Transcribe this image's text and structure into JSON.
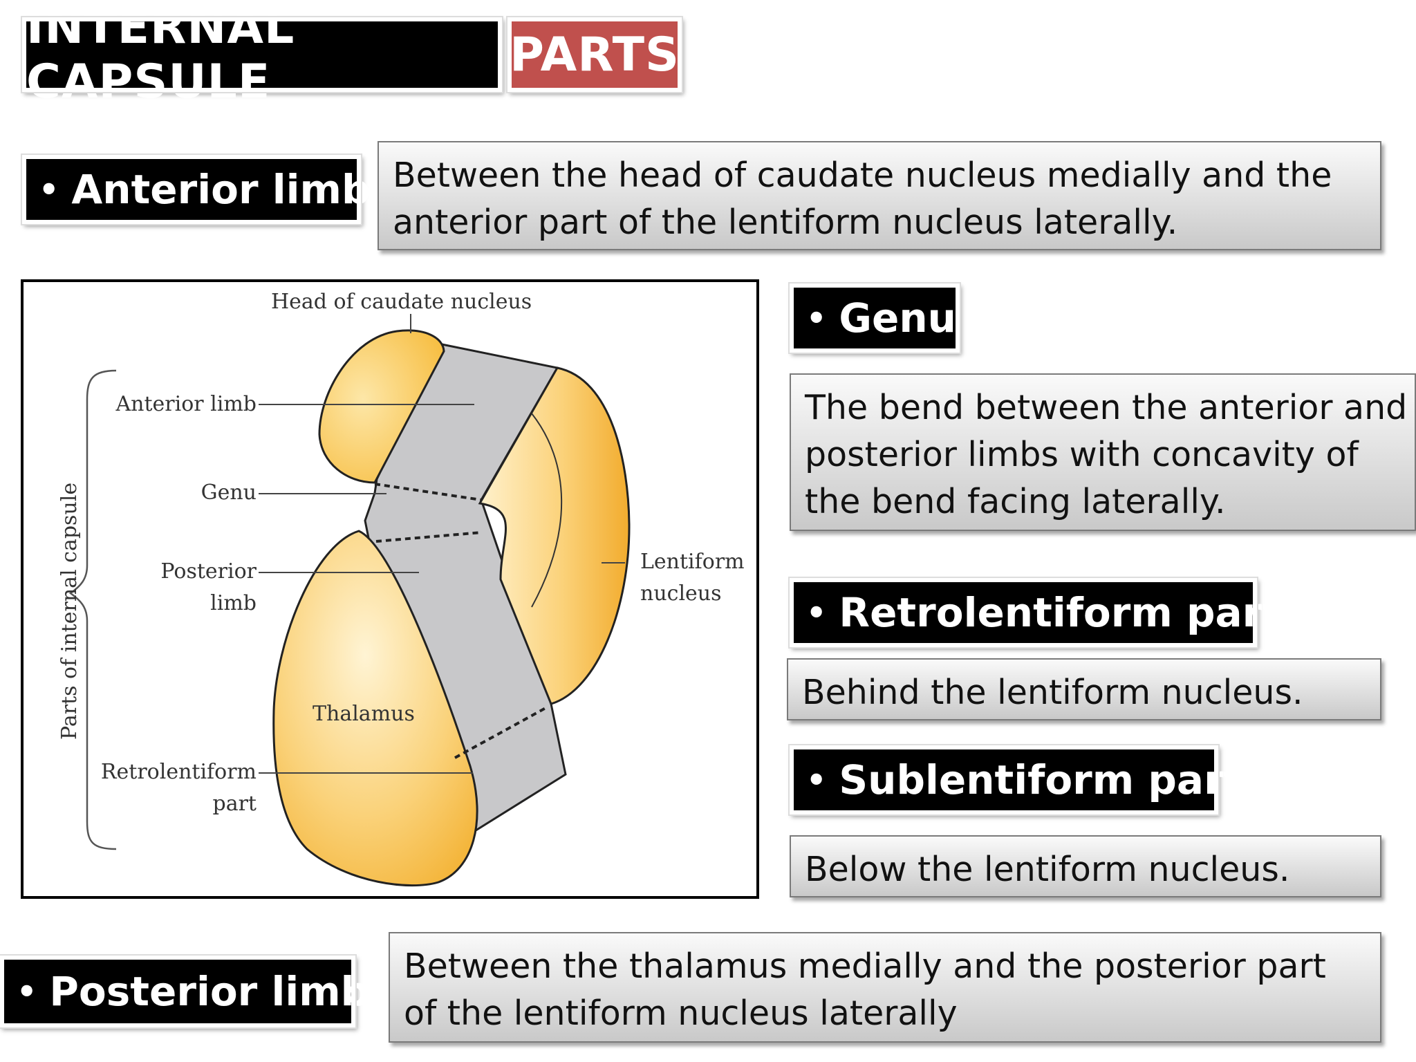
{
  "title": {
    "main": "INTERNAL CAPSULE",
    "parts": "PARTS"
  },
  "bullet": "•",
  "sections": {
    "anterior_limb": {
      "label": "Anterior limb",
      "description": "Between the head of caudate nucleus medially and the anterior part of the lentiform nucleus laterally."
    },
    "genu": {
      "label": "Genu",
      "description": "The bend between the anterior and posterior limbs with concavity of the bend facing laterally."
    },
    "retrolentiform": {
      "label": "Retrolentiform part",
      "description": "Behind the lentiform nucleus."
    },
    "sublentiform": {
      "label": "Sublentiform part",
      "description": "Below the lentiform nucleus."
    },
    "posterior_limb": {
      "label": "Posterior limb",
      "description": "Between the thalamus medially and the posterior part of the lentiform nucleus laterally"
    }
  },
  "figure": {
    "head_of_caudate": "Head of caudate nucleus",
    "parts_of_internal_capsule": "Parts of internal capsule",
    "anterior_limb": "Anterior limb",
    "genu": "Genu",
    "posterior_line1": "Posterior",
    "posterior_line2": "limb",
    "retro_line1": "Retrolentiform",
    "retro_line2": "part",
    "thalamus": "Thalamus",
    "lentiform_line1": "Lentiform",
    "lentiform_line2": "nucleus"
  },
  "colors": {
    "title_parts_bg": "#c0504d",
    "nucleus_yellow": "#f7bf45",
    "capsule_gray": "#c8c8ca"
  }
}
